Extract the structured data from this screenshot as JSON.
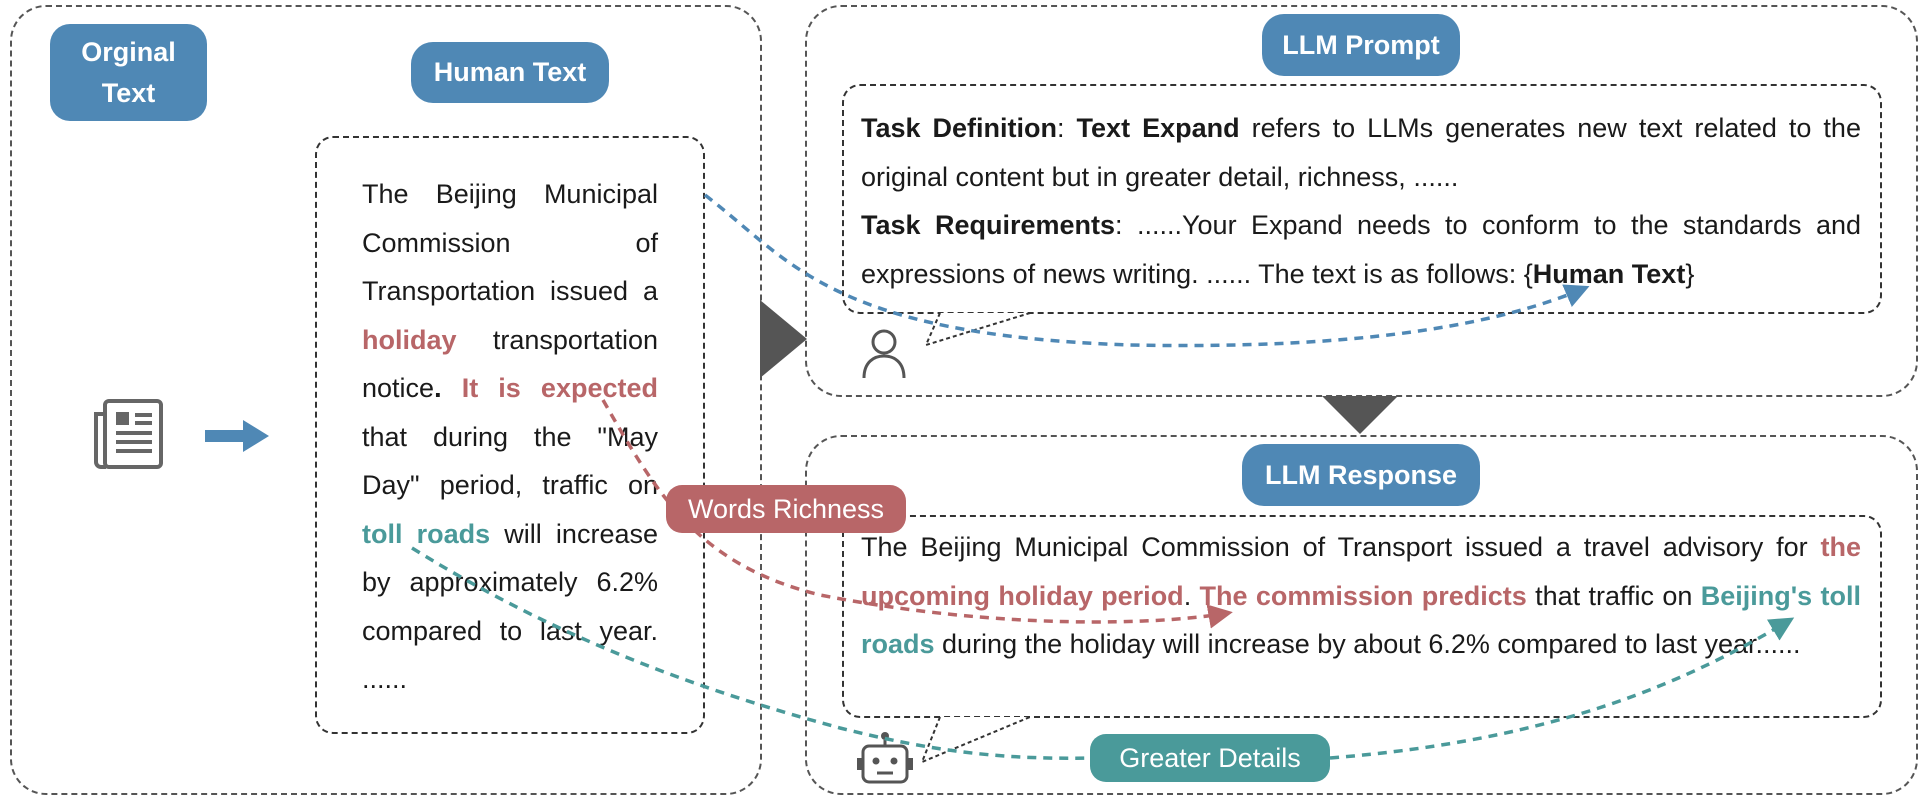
{
  "left": {
    "original_label": "Orginal Text",
    "human_label": "Human Text",
    "human_text": {
      "t1": "The Beijing Municipal Commission of Transportation issued a ",
      "hl1": "holiday",
      "t2": " transportation notice",
      "dot": ".",
      "hl2": "It is expected",
      "t3": " that during the \"May Day\" period, traffic on ",
      "hl3": "toll roads",
      "t4": " will increase by approximately 6.2% compared to last year. ......"
    }
  },
  "prompt": {
    "label": "LLM Prompt",
    "def_label": "Task Definition",
    "sep1": ": ",
    "def_term": "Text Expand",
    "def_text": " refers to LLMs generates new text related to the original content but in greater detail, richness, ......",
    "req_label": "Task Requirements",
    "sep2": ": ",
    "req_text": "......Your Expand needs to conform to the standards and expressions of news writing. ...... The text is as follows: {",
    "req_var": "Human Text",
    "req_end": "}"
  },
  "response": {
    "label": "LLM Response",
    "r1": "The Beijing Municipal Commission of Transport issued a travel advisory for ",
    "h1": "the upcoming holiday period",
    "r2": ". ",
    "h2": "The commission predicts",
    "r3": " that traffic on ",
    "h3": "Beijing's toll roads",
    "r4": " during the holiday will increase by about 6.2% compared to last year......"
  },
  "tags": {
    "words_richness": "Words Richness",
    "greater_details": "Greater Details"
  },
  "icons": {
    "document": "document-icon",
    "arrow": "right-arrow-icon",
    "user": "user-icon",
    "robot": "robot-icon"
  },
  "colors": {
    "blue": "#4f88b5",
    "red": "#b86668",
    "teal": "#4a9a9a",
    "dark": "#555555"
  }
}
